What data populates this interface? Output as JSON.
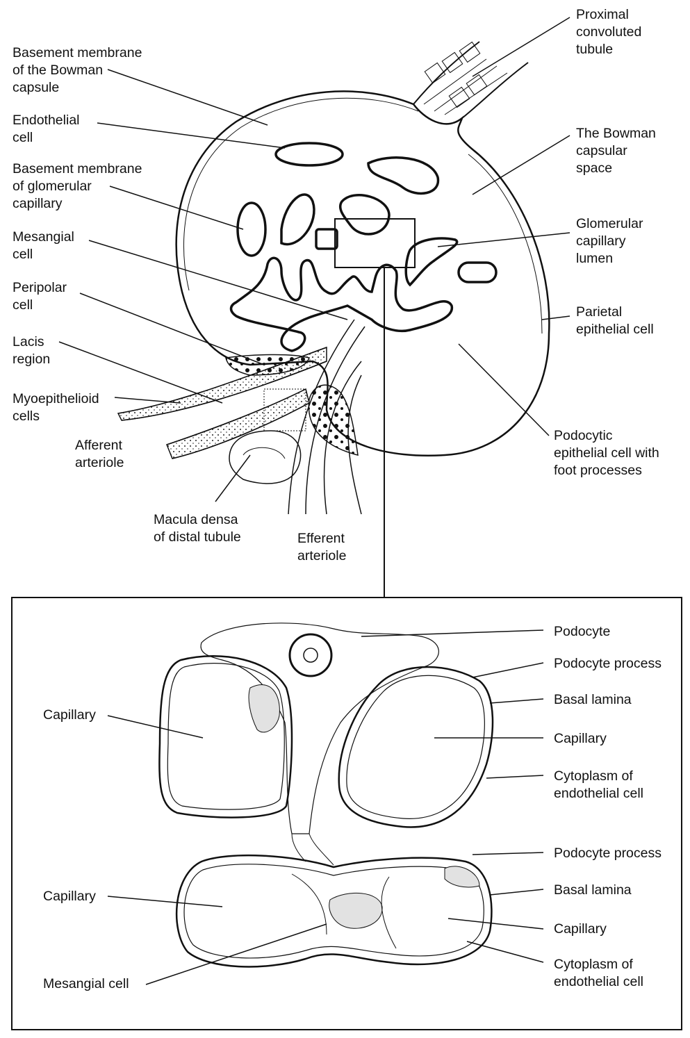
{
  "top": {
    "labels": {
      "proximal_tubule": "Proximal\nconvoluted\ntubule",
      "bm_bowman": "Basement membrane\nof the Bowman\ncapsule",
      "endothelial": "Endothelial\ncell",
      "bm_glomerular": "Basement membrane\nof glomerular\ncapillary",
      "mesangial": "Mesangial\ncell",
      "peripolar": "Peripolar\ncell",
      "lacis": "Lacis\nregion",
      "myoepithelioid": "Myoepithelioid\ncells",
      "afferent": "Afferent\narteriole",
      "macula_densa": "Macula densa\nof distal tubule",
      "efferent": "Efferent\narteriole",
      "bowman_space": "The Bowman\ncapsular\nspace",
      "glom_lumen": "Glomerular\ncapillary\nlumen",
      "parietal": "Parietal\nepithelial cell",
      "podocytic": "Podocytic\nepithelial cell with\nfoot processes"
    }
  },
  "inset": {
    "labels": {
      "podocyte": "Podocyte",
      "podocyte_process_1": "Podocyte process",
      "basal_lamina_1": "Basal lamina",
      "capillary_r1": "Capillary",
      "cytoplasm_1": "Cytoplasm of\nendothelial cell",
      "capillary_l1": "Capillary",
      "podocyte_process_2": "Podocyte process",
      "basal_lamina_2": "Basal lamina",
      "capillary_r2": "Capillary",
      "cytoplasm_2": "Cytoplasm of\nendothelial cell",
      "capillary_l2": "Capillary",
      "mesangial_cell": "Mesangial cell"
    }
  }
}
